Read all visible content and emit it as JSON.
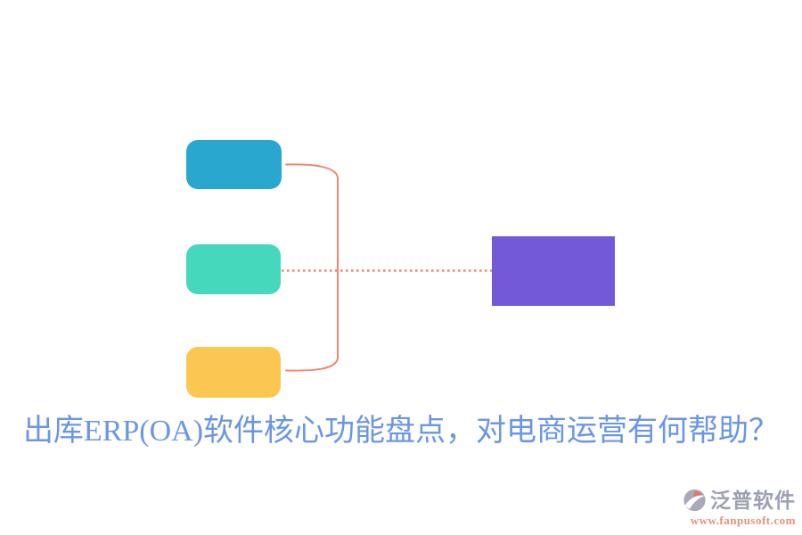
{
  "page": {
    "background": "#ffffff"
  },
  "title": {
    "text": "出库ERP(OA)软件核心功能盘点，对电商运营有何帮助？",
    "color": "#6B96E8"
  },
  "diagram": {
    "branch_nodes": [
      {
        "id": "branch-top",
        "color": "#29A7CE"
      },
      {
        "id": "branch-middle",
        "color": "#46D8BD"
      },
      {
        "id": "branch-bottom",
        "color": "#FBC751"
      }
    ],
    "target_node": {
      "color": "#7359D8"
    },
    "connector": {
      "color": "#F5856F"
    }
  },
  "watermark": {
    "brand": "泛普软件",
    "brand_color": "#9CA0B2",
    "url": "www.fanpusoft.com",
    "url_color": "#E8907F",
    "logo_gray": "#A9AAB8",
    "logo_accent": "#E2766B"
  }
}
